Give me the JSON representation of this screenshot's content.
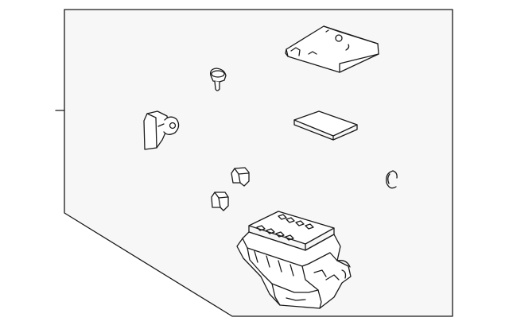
{
  "diagram": {
    "type": "exploded-parts-illustration",
    "background_color": "#ffffff",
    "panel_color": "#f7f7f7",
    "line_color": "#1a1a1a",
    "parts": [
      "cover",
      "clip",
      "fuse-cover",
      "connector",
      "bracket",
      "relay",
      "relay",
      "retaining-ring",
      "junction-box"
    ]
  }
}
